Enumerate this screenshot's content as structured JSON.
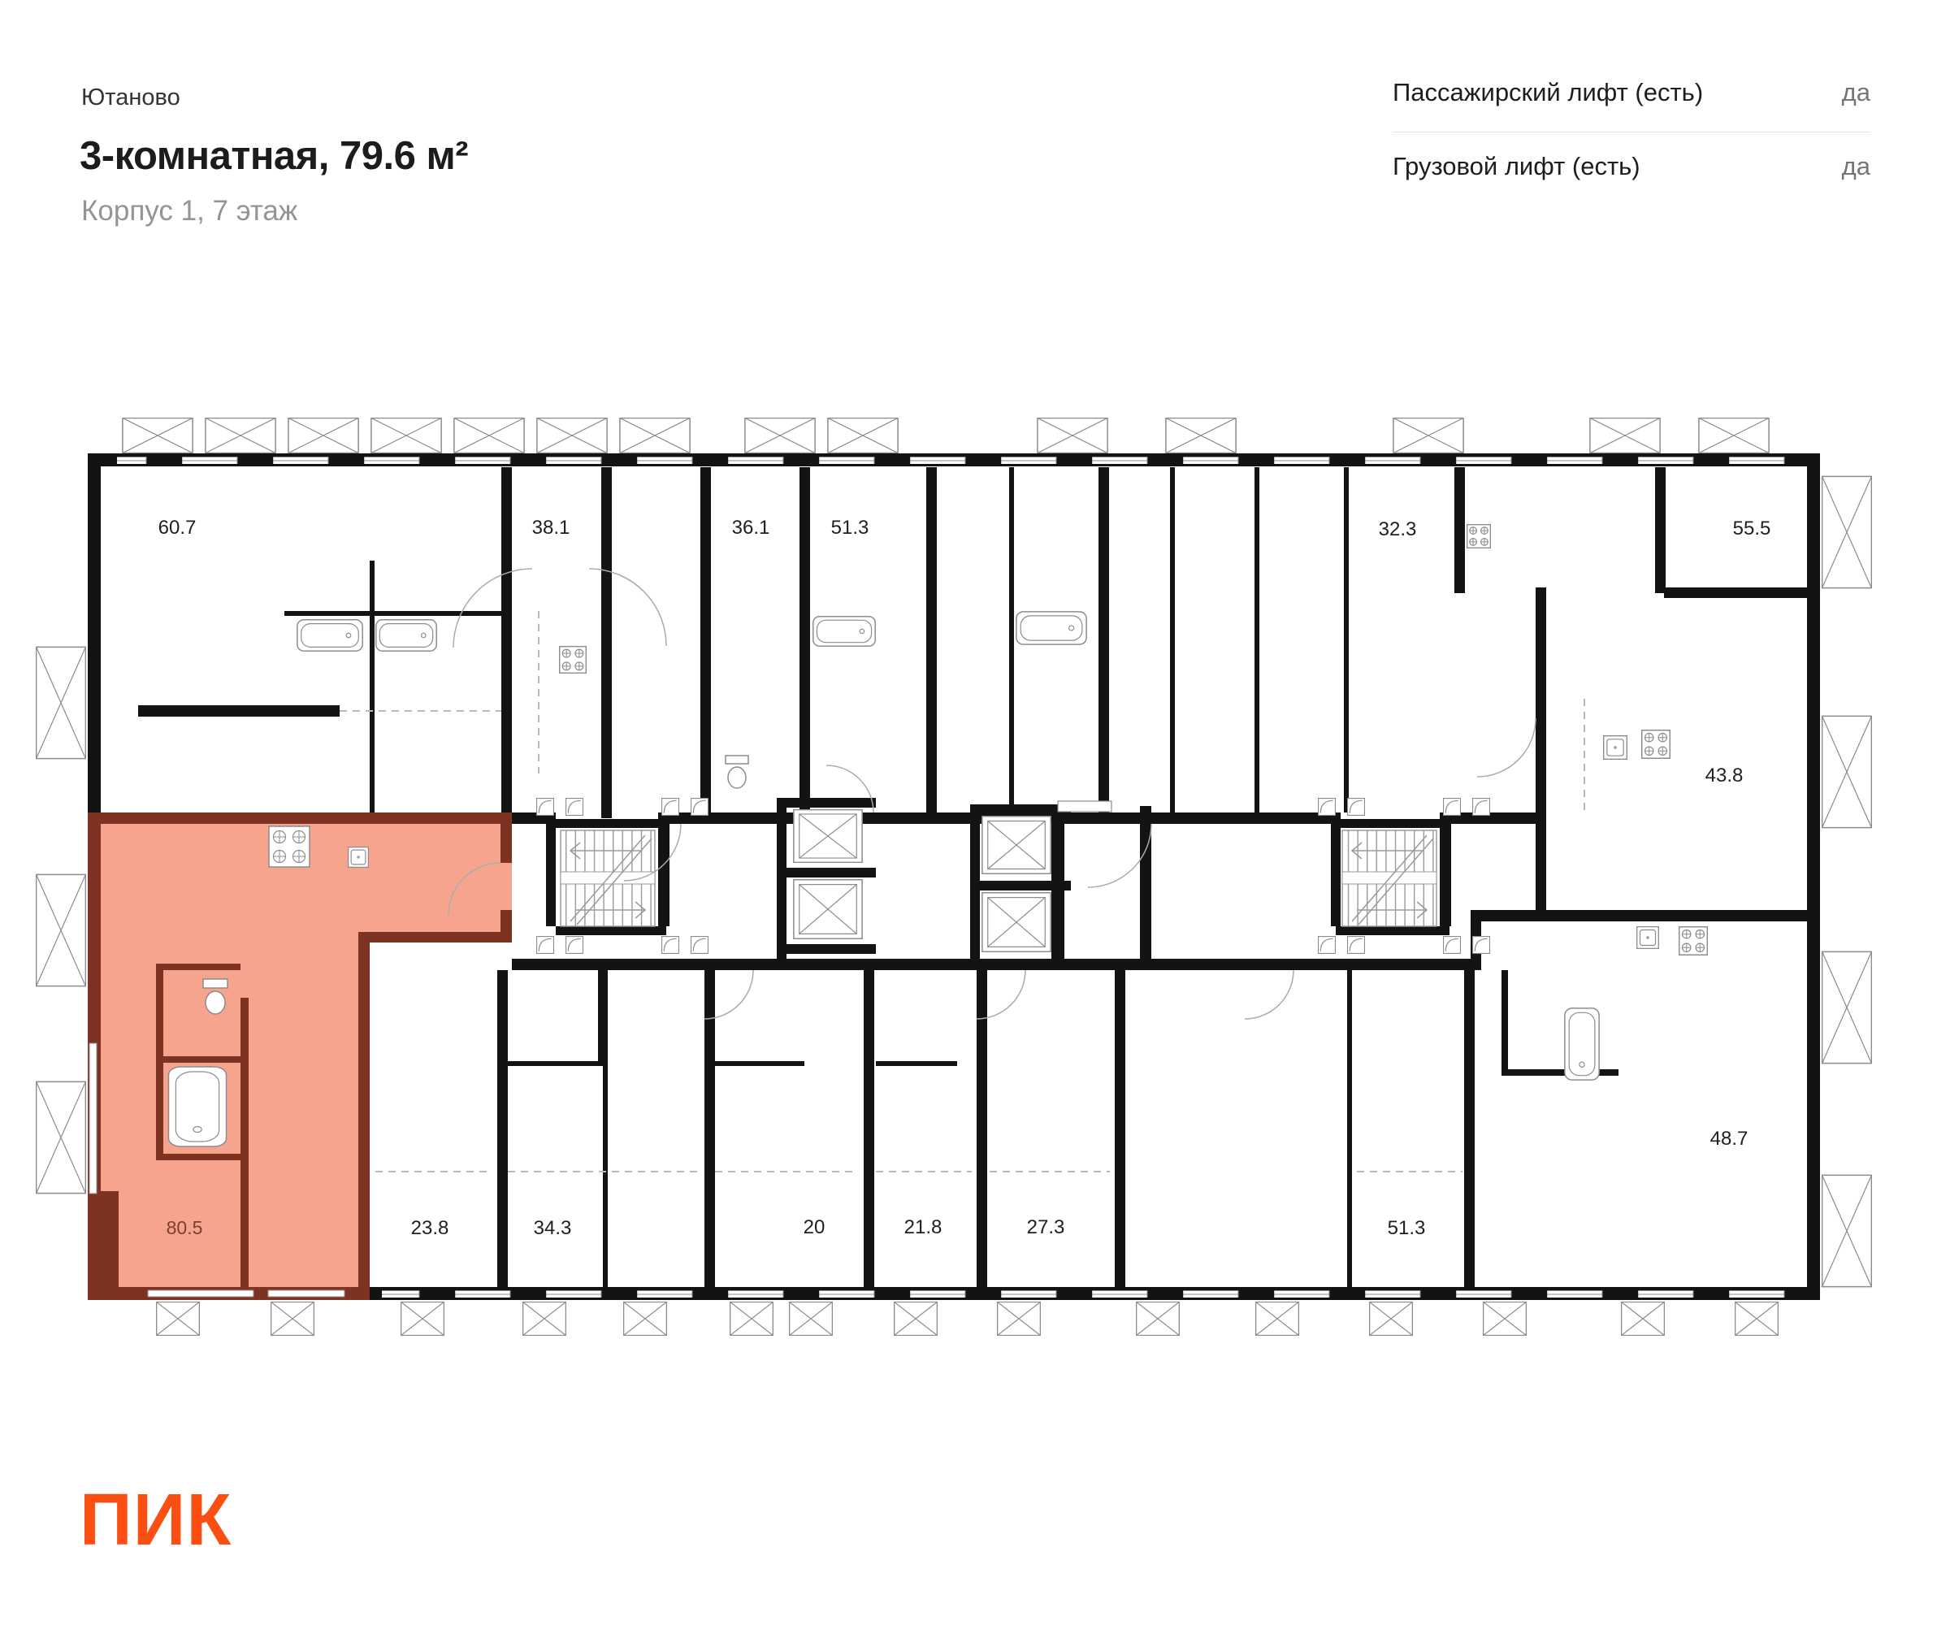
{
  "header": {
    "project_name": "Ютаново",
    "title": "3-комнатная, 79.6 м²",
    "subtitle": "Корпус 1, 7 этаж"
  },
  "info_panel": {
    "rows": [
      {
        "label": "Пассажирский лифт (есть)",
        "value": "да"
      },
      {
        "label": "Грузовой лифт (есть)",
        "value": "да"
      }
    ]
  },
  "floor_plan": {
    "highlighted_unit_area": "80.5",
    "units": [
      {
        "id": "top-1",
        "area": "60.7",
        "highlighted": false
      },
      {
        "id": "top-2",
        "area": "38.1",
        "highlighted": false
      },
      {
        "id": "top-3",
        "area": "36.1",
        "highlighted": false
      },
      {
        "id": "top-4",
        "area": "51.3",
        "highlighted": false
      },
      {
        "id": "top-5",
        "area": "32.3",
        "highlighted": false
      },
      {
        "id": "top-6",
        "area": "55.5",
        "highlighted": false
      },
      {
        "id": "right-1",
        "area": "43.8",
        "highlighted": false
      },
      {
        "id": "bottom-1",
        "area": "80.5",
        "highlighted": true
      },
      {
        "id": "bottom-2",
        "area": "23.8",
        "highlighted": false
      },
      {
        "id": "bottom-3",
        "area": "34.3",
        "highlighted": false
      },
      {
        "id": "bottom-4",
        "area": "20",
        "highlighted": false
      },
      {
        "id": "bottom-5",
        "area": "21.8",
        "highlighted": false
      },
      {
        "id": "bottom-6",
        "area": "27.3",
        "highlighted": false
      },
      {
        "id": "bottom-7",
        "area": "51.3",
        "highlighted": false
      },
      {
        "id": "bottom-8",
        "area": "48.7",
        "highlighted": false
      }
    ]
  },
  "logo": {
    "brand": "ПИК"
  },
  "colors": {
    "accent": "#FB4E13",
    "highlight_fill": "#F7A48E",
    "highlight_wall": "#7E3322",
    "highlight_label": "#7D3F2F",
    "wall": "#131313",
    "text_primary": "#1F1F1F",
    "text_muted": "#949494",
    "divider_line": "#E3E3E3"
  }
}
